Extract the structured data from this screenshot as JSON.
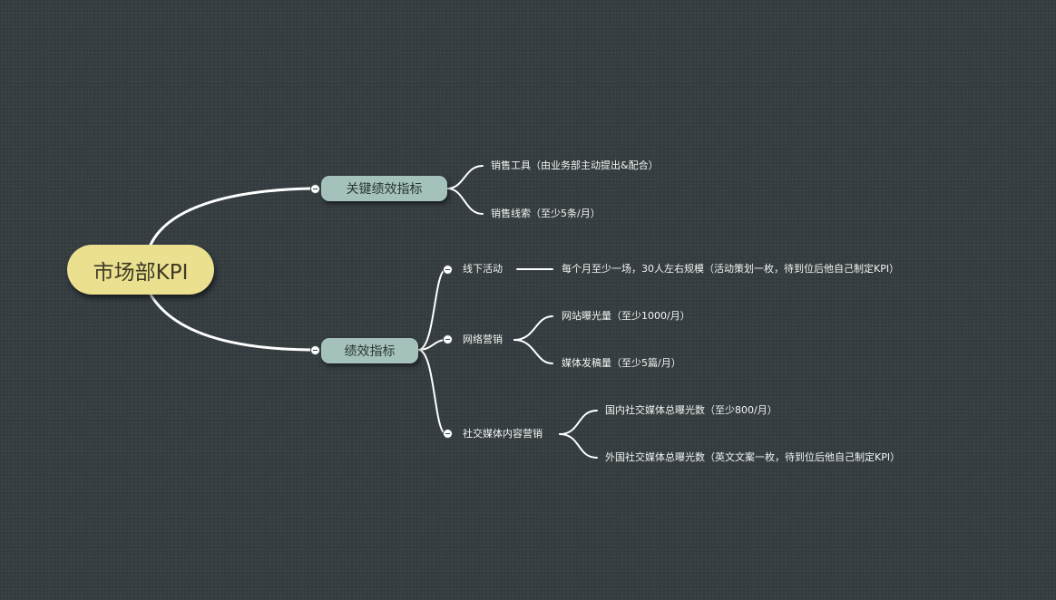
{
  "mindmap": {
    "root": {
      "label": "市场部KPI"
    },
    "branches": [
      {
        "label": "关键绩效指标",
        "children": [
          {
            "label": "销售工具（由业务部主动提出&配合）"
          },
          {
            "label": "销售线索（至少5条/月）"
          }
        ]
      },
      {
        "label": "绩效指标",
        "children": [
          {
            "label": "线下活动",
            "children": [
              {
                "label": "每个月至少一场，30人左右规模（活动策划一枚，待到位后他自己制定KPI）"
              }
            ]
          },
          {
            "label": "网络营销",
            "children": [
              {
                "label": "网站曝光量（至少1000/月）"
              },
              {
                "label": "媒体发稿量（至少5篇/月）"
              }
            ]
          },
          {
            "label": "社交媒体内容营销",
            "children": [
              {
                "label": "国内社交媒体总曝光数（至少800/月）"
              },
              {
                "label": "外国社交媒体总曝光数（英文文案一枚，待到位后他自己制定KPI）"
              }
            ]
          }
        ]
      }
    ]
  },
  "colors": {
    "background": "#343c40",
    "root_fill": "#ebe08f",
    "branch_fill": "#a4c2bb",
    "connector": "#ffffff",
    "text_light": "#f3f4f1"
  }
}
